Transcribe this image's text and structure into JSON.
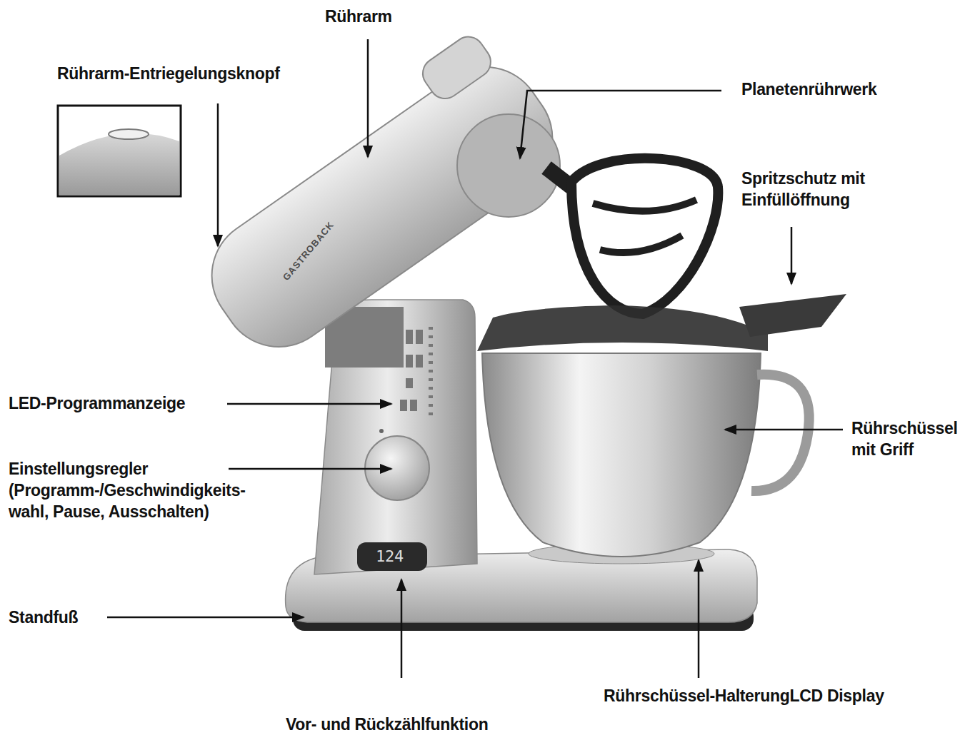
{
  "diagram": {
    "labels": [
      "Rührarm",
      "Rührarm-Entriegelungsknopf",
      "Planetenrührwerk",
      "Spritzschutz mit Einfüllöffnung",
      "GASTROBACK",
      "LED-Programmanzeige",
      "Rührschüssel mit Griff",
      "Einstellungsregler (Programm-/Geschwindigkeits- wahl, Pause, Ausschalten)",
      "124",
      "Standfuß",
      "Rührschüssel-HalterungLCD Display",
      "Vor- und Rückzählfunktion"
    ]
  }
}
